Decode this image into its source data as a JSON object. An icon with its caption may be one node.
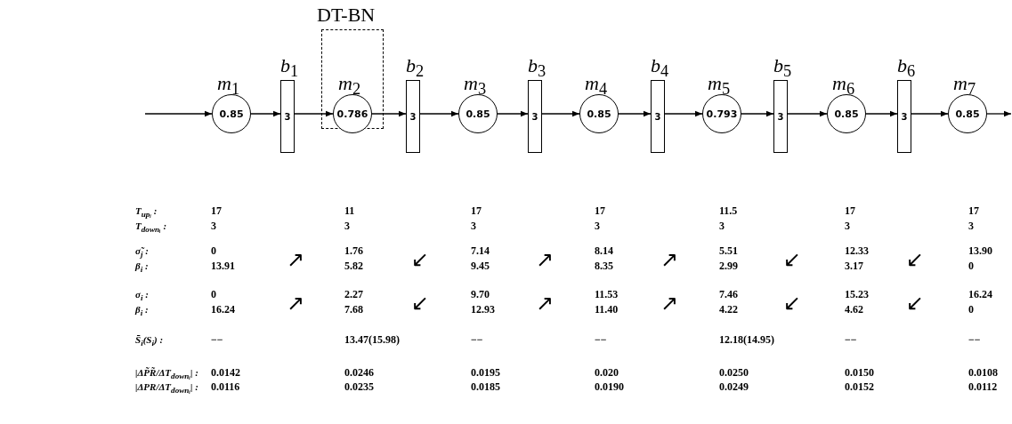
{
  "diagram": {
    "nodes": [
      {
        "text": [
          "0.85"
        ],
        "beside": [
          "*m*$_{1}$"
        ]
      },
      {
        "text": [
          "3"
        ],
        "beside": [
          "*b*$_{1}$"
        ]
      },
      {
        "text": [
          "DT-BN"
        ]
      },
      {
        "text": [
          "0.786"
        ],
        "beside": [
          "*m*$_{2}$"
        ],
        "in": 2
      },
      {
        "text": [
          "3"
        ],
        "beside": [
          "*b*$_{2}$"
        ]
      },
      {
        "text": [
          "0.85"
        ],
        "beside": [
          "*m*$_{3}$"
        ]
      },
      {
        "text": [
          "3"
        ],
        "beside": [
          "*b*$_{3}$"
        ]
      },
      {
        "text": [
          "0.85"
        ],
        "beside": [
          "*m*$_{4}$"
        ]
      },
      {
        "text": [
          "3"
        ],
        "beside": [
          "*b*$_{4}$"
        ]
      },
      {
        "text": [
          "0.793"
        ],
        "beside": [
          "*m*$_{5}$"
        ]
      },
      {
        "text": [
          "3"
        ],
        "beside": [
          "*b*$_{5}$"
        ]
      },
      {
        "text": [
          "0.85"
        ],
        "beside": [
          "*m*$_{6}$"
        ]
      },
      {
        "text": [
          "3"
        ],
        "beside": [
          "*b*$_{6}$"
        ]
      },
      {
        "text": [
          "0.85"
        ],
        "beside": [
          "*m*$_{7}$"
        ]
      }
    ],
    "edges": [
      {
        "from": null,
        "to": 0,
        "arrow": "to"
      },
      {
        "from": 0,
        "to": 1,
        "arrow": "to"
      },
      {
        "from": 1,
        "to": 3,
        "arrow": "to"
      },
      {
        "from": 3,
        "to": 4,
        "arrow": "to"
      },
      {
        "from": 4,
        "to": 5,
        "arrow": "to"
      },
      {
        "from": 5,
        "to": 6,
        "arrow": "to"
      },
      {
        "from": 6,
        "to": 7,
        "arrow": "to"
      },
      {
        "from": 7,
        "to": 8,
        "arrow": "to"
      },
      {
        "from": 8,
        "to": 9,
        "arrow": "to"
      },
      {
        "from": 9,
        "to": 10,
        "arrow": "to"
      },
      {
        "from": 10,
        "to": 11,
        "arrow": "to"
      },
      {
        "from": 11,
        "to": 12,
        "arrow": "to"
      },
      {
        "from": 12,
        "to": 13,
        "arrow": "to"
      },
      {
        "from": 13,
        "to": null,
        "arrow": "to"
      }
    ],
    "labels": [
      "T$_{upᵢ}$ :",
      "17",
      "11",
      "17",
      "17",
      "11.5",
      "17",
      "17",
      "T$_{downᵢ}$ :",
      "3",
      "3",
      "3",
      "3",
      "3",
      "3",
      "3",
      "σ̃$_{j}$ :",
      "0",
      "↗",
      "1.76",
      "↙",
      "7.14",
      "↗",
      "8.14",
      "↗",
      "5.51",
      "↙",
      "12.33",
      "↙",
      "13.90",
      "β$_{i}$ :",
      "13.91",
      "5.82",
      "9.45",
      "8.35",
      "2.99",
      "3.17",
      "0",
      "σ$_{i}$ :",
      "0",
      "↗",
      "2.27",
      "↙",
      "9.70",
      "↗",
      "11.53",
      "↗",
      "7.46",
      "↙",
      "15.23",
      "↙",
      "16.24",
      "β$_{i}$ :",
      "16.24",
      "7.68",
      "12.93",
      "11.40",
      "4.22",
      "4.62",
      "0",
      "S̄$_{i}$(S$_{i}$) :",
      "−−",
      "13.47(15.98)",
      "−−",
      "−−",
      "12.18(14.95)",
      "−−",
      "−−",
      "|ΔP̃R̃/ΔT$_{downᵢ}$| :",
      "0.0142",
      "0.0246",
      "0.0195",
      "0.020",
      "0.0250",
      "0.0150",
      "0.0108",
      "|ΔPR/ΔT$_{downᵢ}$| :",
      "0.0116",
      "0.0235",
      "0.0185",
      "0.0190",
      "0.0249",
      "0.0152",
      "0.0112"
    ]
  }
}
